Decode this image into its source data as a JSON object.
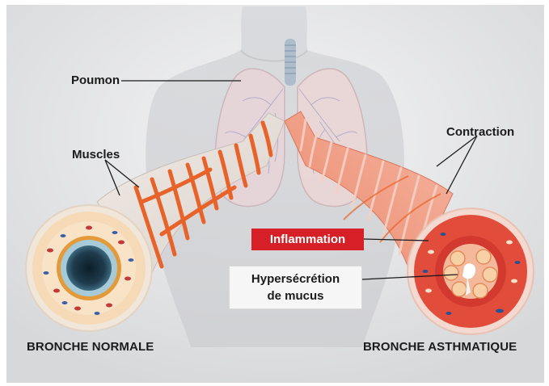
{
  "labels": {
    "poumon": "Poumon",
    "muscles": "Muscles",
    "contraction": "Contraction",
    "inflammation": "Inflammation",
    "hypersecretion_line1": "Hypersécrétion",
    "hypersecretion_line2": "de mucus",
    "bronche_normale": "BRONCHE NORMALE",
    "bronche_asthmatique": "BRONCHE ASTHMATIQUE"
  },
  "colors": {
    "background": "#e9e9ea",
    "inflammation_box": "#d61f26",
    "muscle_band": "#e8632a",
    "asthmatic_tube": "#f1a58e",
    "normal_tube": "#f7ede2"
  }
}
